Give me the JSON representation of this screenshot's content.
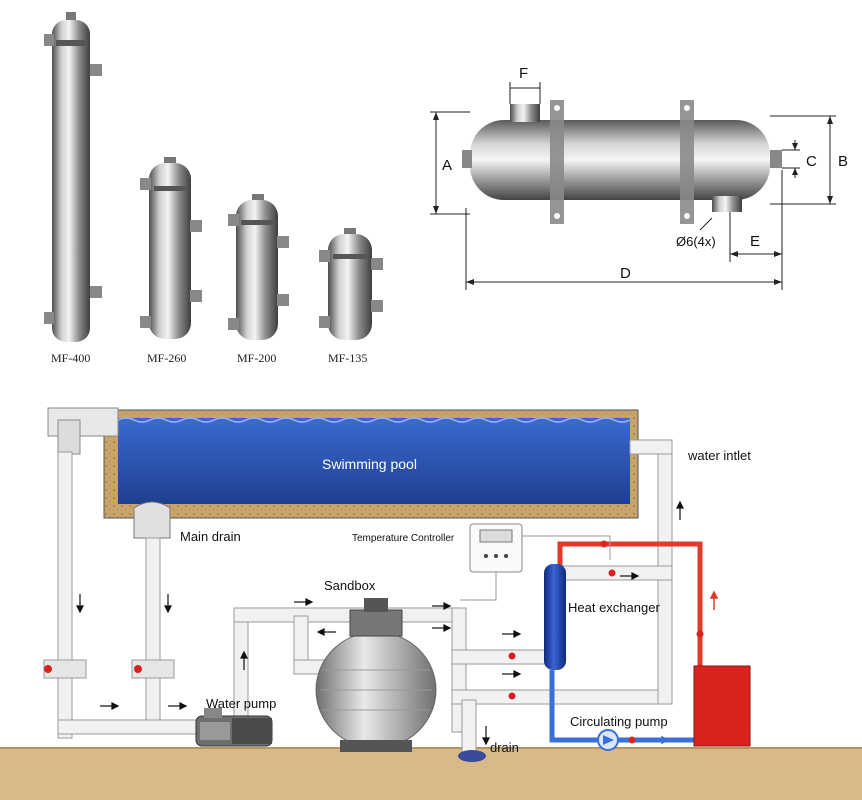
{
  "products": {
    "models": [
      "MF-400",
      "MF-260",
      "MF-200",
      "MF-135"
    ]
  },
  "dimension_drawing": {
    "labels": {
      "a": "A",
      "b": "B",
      "c": "C",
      "d": "D",
      "e": "E",
      "f": "F",
      "hole": "Ø6(4x)"
    }
  },
  "system": {
    "pool": "Swimming pool",
    "main_drain": "Main drain",
    "temperature_controller": "Temperature Controller",
    "sandbox": "Sandbox",
    "heat_exchanger": "Heat exchanger",
    "water_inlet": "water intlet",
    "water_pump": "Water pump",
    "circulating_pump": "Circulating pump",
    "drain": "drain"
  },
  "colors": {
    "pool_water": "#2a55b5",
    "hot_line": "#e23a2a",
    "cold_line": "#3a6fd8",
    "heater_box": "#d8231f",
    "ground": "#d9b98a",
    "pipe": "#f1f1f1",
    "exchanger": "#1f3fa3"
  }
}
